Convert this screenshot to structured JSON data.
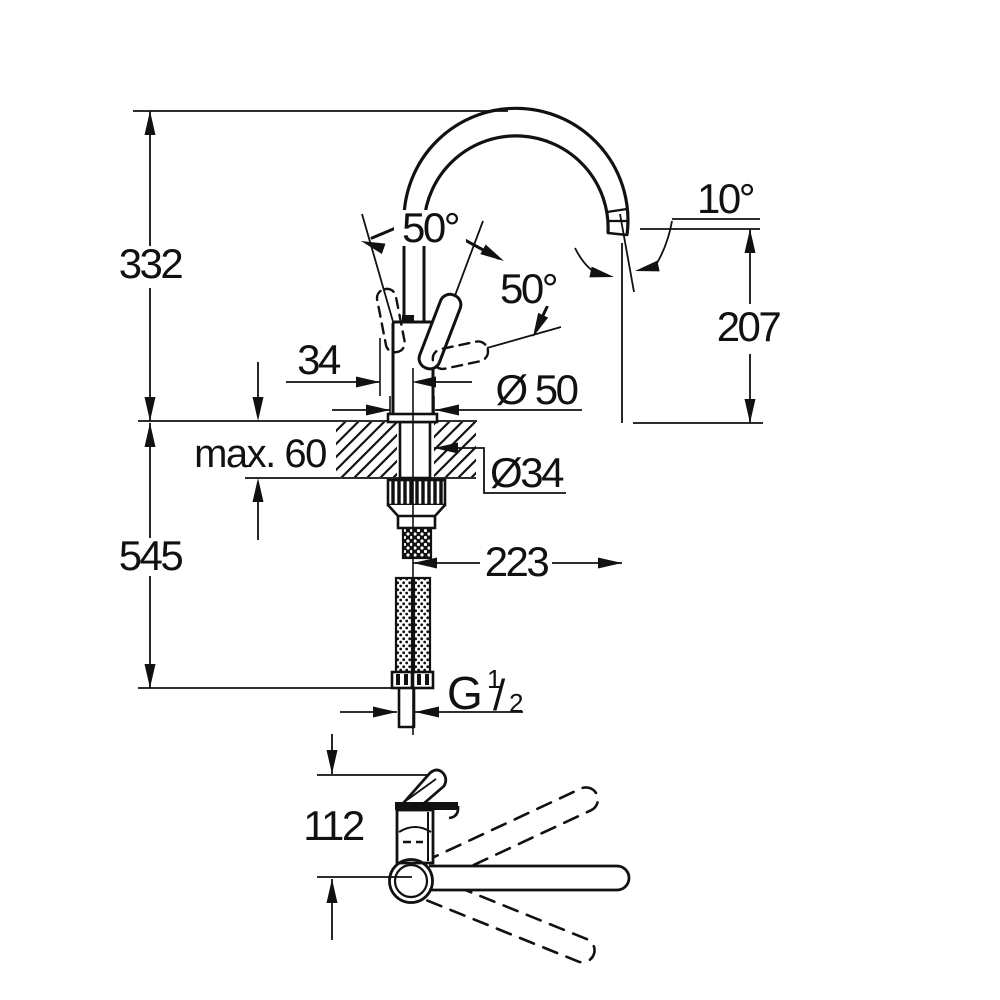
{
  "drawing": {
    "product": "single-lever kitchen faucet with high C-spout",
    "view_side_label": "side elevation with mounting parts",
    "view_top_label": "top view with spout swivel positions",
    "dimensions": {
      "overall_height": "332",
      "below_deck_height": "545",
      "deck_thickness_max": "max. 60",
      "lever_offset": "34",
      "base_diameter": "Ø 50",
      "hole_diameter": "Ø34",
      "spout_reach": "223",
      "spout_outlet_height": "207",
      "lever_open_angle": "50°",
      "lever_swing_angle": "50°",
      "outlet_angle": "10°",
      "handle_depth": "112",
      "thread_prefix": "G",
      "thread_numerator": "1",
      "thread_slash": "/",
      "thread_denominator": "2"
    }
  }
}
